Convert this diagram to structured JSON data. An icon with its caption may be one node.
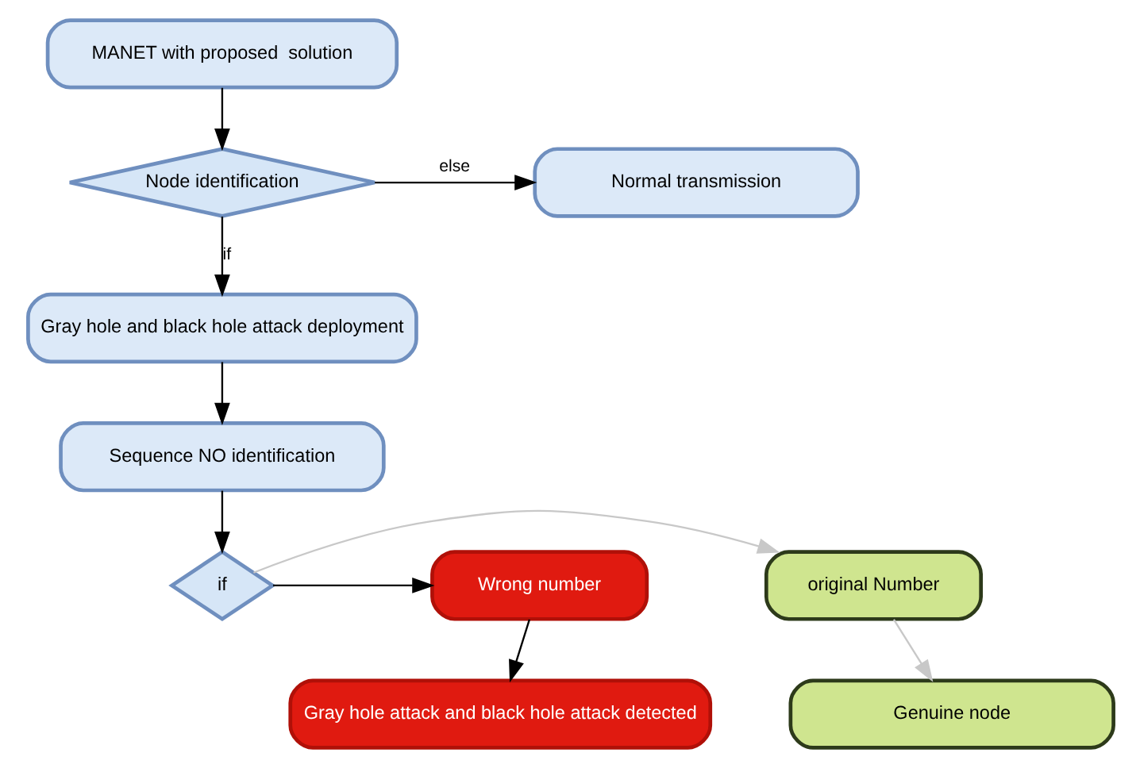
{
  "diagram": {
    "nodes": [
      {
        "text": [
          "MANET with proposed  solution"
        ]
      },
      {
        "text": [
          "Normal transmission"
        ]
      },
      {
        "text": [
          "Node identification"
        ]
      },
      {
        "text": [
          "Gray hole and black hole attack deployment"
        ]
      },
      {
        "text": [
          "Sequence NO identification"
        ]
      },
      {
        "text": [
          "original Number"
        ]
      },
      {
        "text": [
          "if"
        ]
      },
      {
        "text": [
          "Wrong number"
        ]
      },
      {
        "text": [
          "Genuine node"
        ]
      },
      {
        "text": [
          "Gray hole attack and black hole attack detected"
        ]
      }
    ],
    "edges": [
      {
        "from": 0,
        "to": 2,
        "arrow": "to"
      },
      {
        "from": 2,
        "to": 1,
        "arrow": "to",
        "label": "else"
      },
      {
        "from": 2,
        "to": 3,
        "arrow": "to",
        "label": "if"
      },
      {
        "from": 3,
        "to": 4,
        "arrow": "to"
      },
      {
        "from": 4,
        "to": 6,
        "arrow": "to"
      },
      {
        "from": 6,
        "to": 5,
        "arrow": "to",
        "color": "#c8c8c8"
      },
      {
        "from": 6,
        "to": 7,
        "arrow": "to"
      },
      {
        "from": 5,
        "to": 8,
        "arrow": "to",
        "color": "#c8c8c8"
      },
      {
        "from": 7,
        "to": 9,
        "arrow": "to"
      }
    ]
  }
}
